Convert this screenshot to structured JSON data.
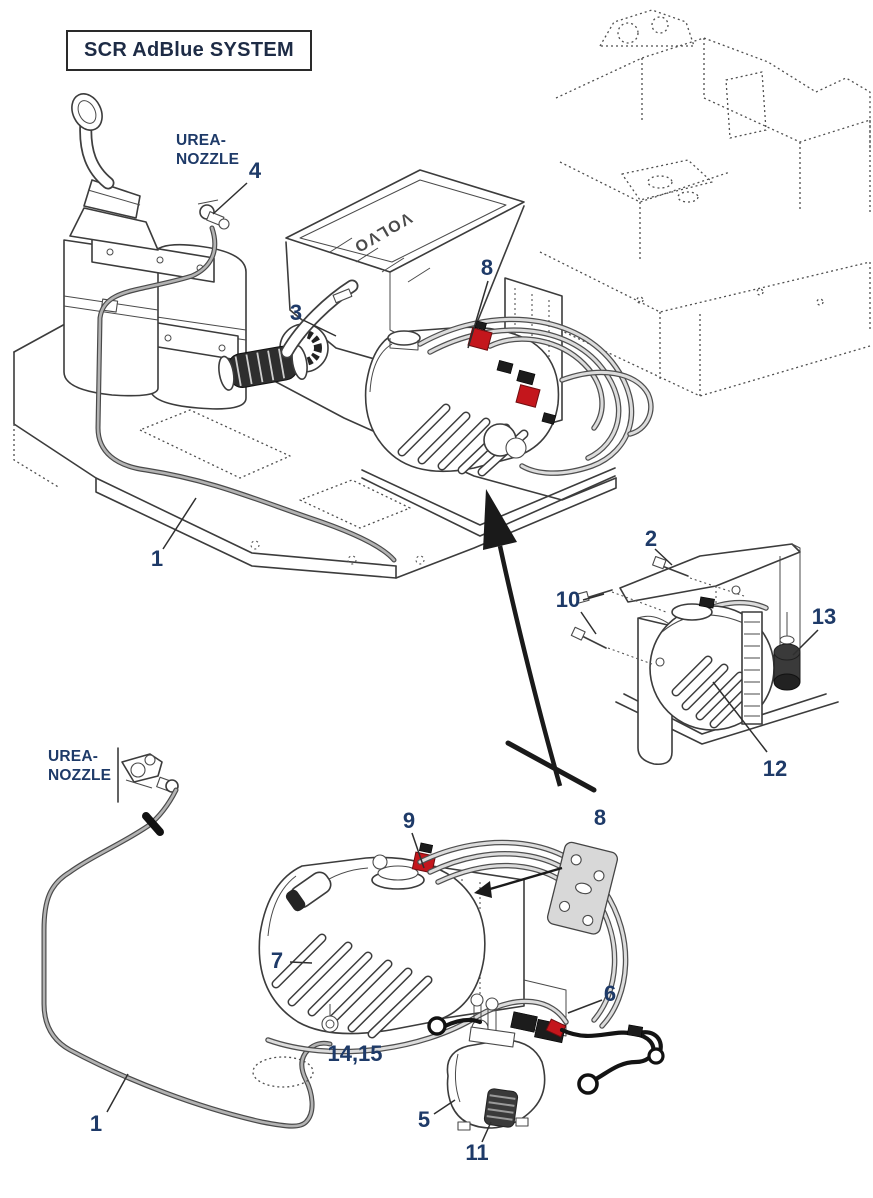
{
  "title": "SCR AdBlue SYSTEM",
  "labels": {
    "urea_top1": "UREA-",
    "urea_top2": "NOZZLE",
    "urea_bottom1": "UREA-",
    "urea_bottom2": "NOZZLE",
    "engine_brand": "VOLVO"
  },
  "callouts": {
    "c1_upper": {
      "label": "1"
    },
    "c2": {
      "label": "2"
    },
    "c3": {
      "label": "3"
    },
    "c4": {
      "label": "4"
    },
    "c5": {
      "label": "5"
    },
    "c6": {
      "label": "6"
    },
    "c7": {
      "label": "7"
    },
    "c8_upper": {
      "label": "8"
    },
    "c8_lower": {
      "label": "8"
    },
    "c9": {
      "label": "9"
    },
    "c10": {
      "label": "10"
    },
    "c11": {
      "label": "11"
    },
    "c12": {
      "label": "12"
    },
    "c13": {
      "label": "13"
    },
    "c14_15": {
      "label": "14,15"
    },
    "c1_lower": {
      "label": "1"
    }
  },
  "colors": {
    "background": "#ffffff",
    "line_art": "#3c3c3c",
    "callout_text": "#1e3a68",
    "title_text": "#1d2b45",
    "accent_red": "#c4161c",
    "hose_gray": "#b3b3b3",
    "block_gray": "#d8d8d8",
    "cable_black": "#141414"
  }
}
